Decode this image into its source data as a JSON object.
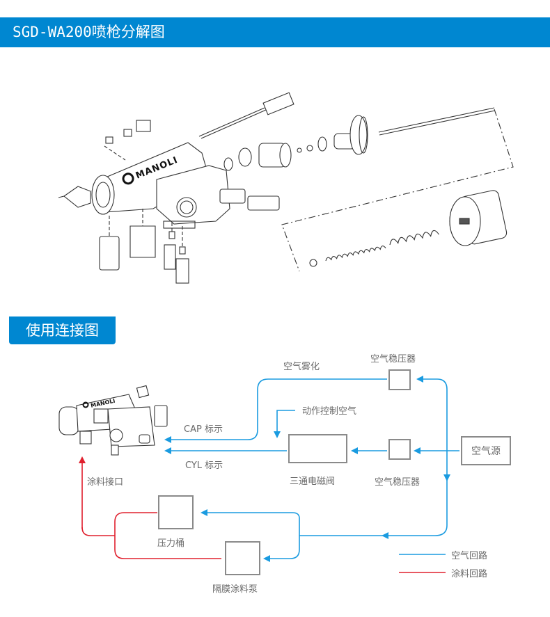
{
  "header": {
    "title": "SGD-WA200喷枪分解图"
  },
  "exploded_view": {
    "brand": "MANOLI",
    "description": "spray gun exploded parts drawing"
  },
  "connection_section": {
    "title": "使用连接图",
    "gun": {
      "brand": "MANOLI"
    },
    "labels": {
      "air_atomize": "空气雾化",
      "action_control_air": "动作控制空气",
      "cap_mark": "CAP 标示",
      "cyl_mark": "CYL 标示",
      "paint_inlet": "涂料接口",
      "regulator_top": "空气稳压器",
      "regulator_bottom": "空气稳压器",
      "solenoid_valve": "三通电磁阀",
      "air_source": "空气源",
      "pressure_tank": "压力桶",
      "diaphragm_pump": "隔膜涂料泵"
    },
    "legend": [
      {
        "label": "空气回路",
        "color": "#1a9be0"
      },
      {
        "label": "涂料回路",
        "color": "#e0202e"
      }
    ]
  },
  "colors": {
    "accent": "#0087d1",
    "air": "#1a9be0",
    "paint": "#e0202e",
    "box_border": "#8a8a8a"
  }
}
